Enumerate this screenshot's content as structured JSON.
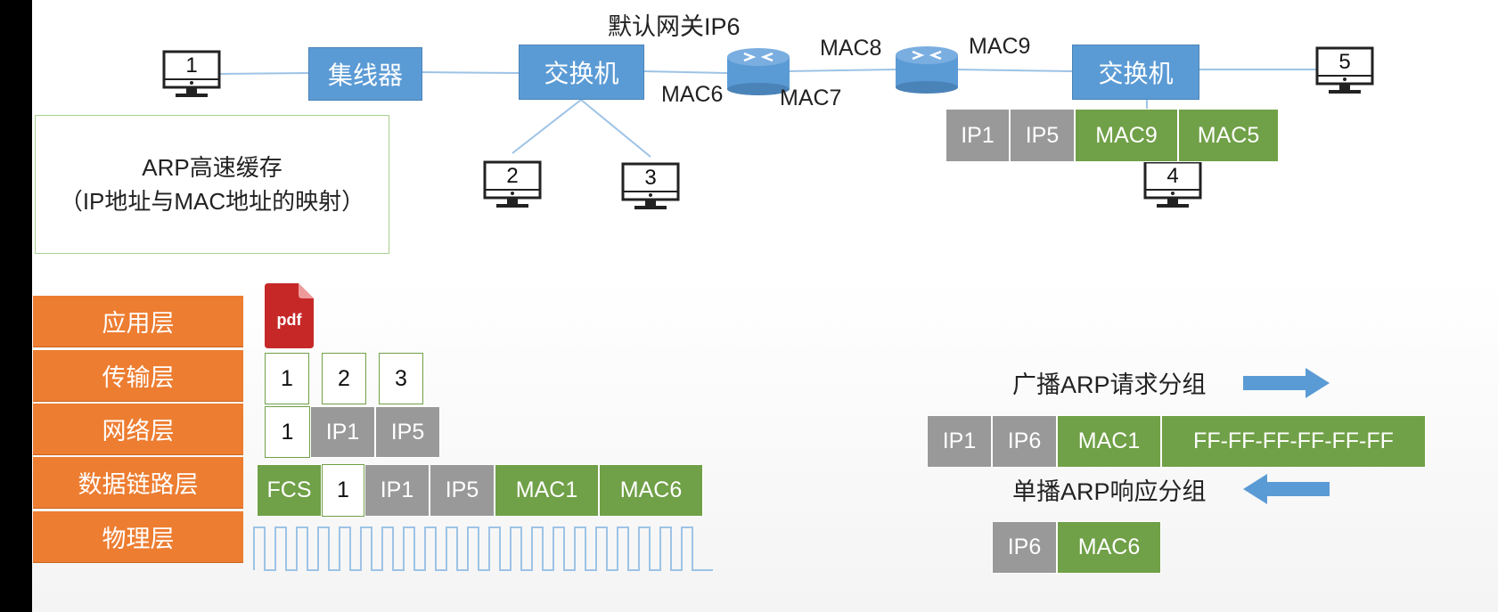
{
  "gateway_label": "默认网关IP6",
  "switches": {
    "hub": "集线器",
    "left_switch": "交换机",
    "right_switch": "交换机"
  },
  "hosts": [
    "1",
    "2",
    "3",
    "4",
    "5"
  ],
  "router_ports": [
    "MAC6",
    "MAC7",
    "MAC8",
    "MAC9"
  ],
  "right_frame": [
    "IP1",
    "IP5",
    "MAC9",
    "MAC5"
  ],
  "arp_cache": {
    "line1": "ARP高速缓存",
    "line2": "（IP地址与MAC地址的映射）"
  },
  "layers": [
    "应用层",
    "传输层",
    "网络层",
    "数据链路层",
    "物理层"
  ],
  "app_icon": "pdf",
  "transport_segments": [
    "1",
    "2",
    "3"
  ],
  "network_packet": [
    "1",
    "IP1",
    "IP5"
  ],
  "link_frame": [
    "FCS",
    "1",
    "IP1",
    "IP5",
    "MAC1",
    "MAC6"
  ],
  "arp_request": {
    "label": "广播ARP请求分组",
    "fields": [
      "IP1",
      "IP6",
      "MAC1",
      "FF-FF-FF-FF-FF-FF"
    ]
  },
  "arp_reply": {
    "label": "单播ARP响应分组",
    "fields": [
      "IP6",
      "MAC6"
    ]
  },
  "colors": {
    "switch": "#5b9bd5",
    "layer": "#ed7d31",
    "ip_cell": "#999999",
    "mac_cell": "#70a047",
    "arrow": "#5b9bd5"
  }
}
